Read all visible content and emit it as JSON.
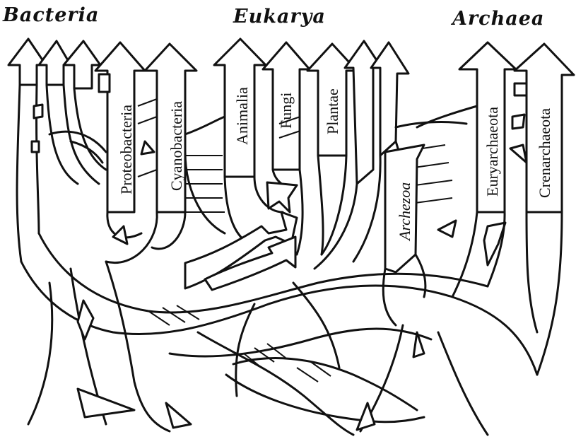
{
  "domains": {
    "bacteria": "Bacteria",
    "eukarya": "Eukarya",
    "archaea": "Archaea"
  },
  "groups": {
    "proteobacteria": "Proteobacteria",
    "cyanobacteria": "Cyanobacteria",
    "animalia": "Animalia",
    "fungi": "Fungi",
    "plantae": "Plantae",
    "archezoa": "Archezoa",
    "euryarchaeota": "Euryarchaeota",
    "crenarchaeota": "Crenarchaeota"
  }
}
